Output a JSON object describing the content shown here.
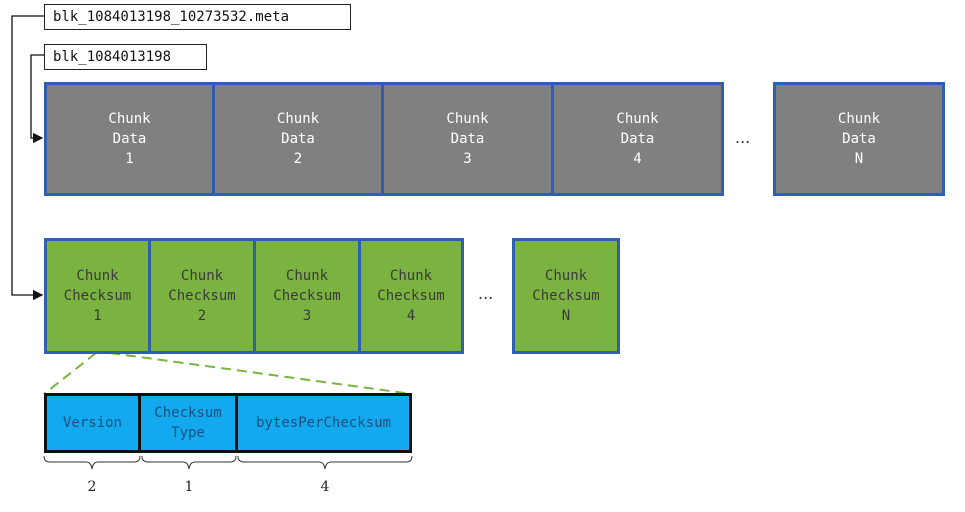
{
  "files": {
    "meta_file": "blk_1084013198_10273532.meta",
    "block_file": "blk_1084013198"
  },
  "data_chunks": [
    {
      "line1": "Chunk",
      "line2": "Data",
      "line3": "1"
    },
    {
      "line1": "Chunk",
      "line2": "Data",
      "line3": "2"
    },
    {
      "line1": "Chunk",
      "line2": "Data",
      "line3": "3"
    },
    {
      "line1": "Chunk",
      "line2": "Data",
      "line3": "4"
    },
    {
      "line1": "Chunk",
      "line2": "Data",
      "line3": "N"
    }
  ],
  "checksum_chunks": [
    {
      "line1": "Chunk",
      "line2": "Checksum",
      "line3": "1"
    },
    {
      "line1": "Chunk",
      "line2": "Checksum",
      "line3": "2"
    },
    {
      "line1": "Chunk",
      "line2": "Checksum",
      "line3": "3"
    },
    {
      "line1": "Chunk",
      "line2": "Checksum",
      "line3": "4"
    },
    {
      "line1": "Chunk",
      "line2": "Checksum",
      "line3": "N"
    }
  ],
  "ellipsis": "...",
  "header_fields": [
    {
      "label": "Version",
      "bytes": "2"
    },
    {
      "label": "Checksum\nType",
      "bytes": "1"
    },
    {
      "label": "bytesPerChecksum",
      "bytes": "4"
    }
  ],
  "colors": {
    "data_chunk": "#808080",
    "checksum_chunk": "#7bb340",
    "header_field": "#12a9ef",
    "chunk_border": "#2f5fb0",
    "zoom_line": "#7bb340"
  }
}
